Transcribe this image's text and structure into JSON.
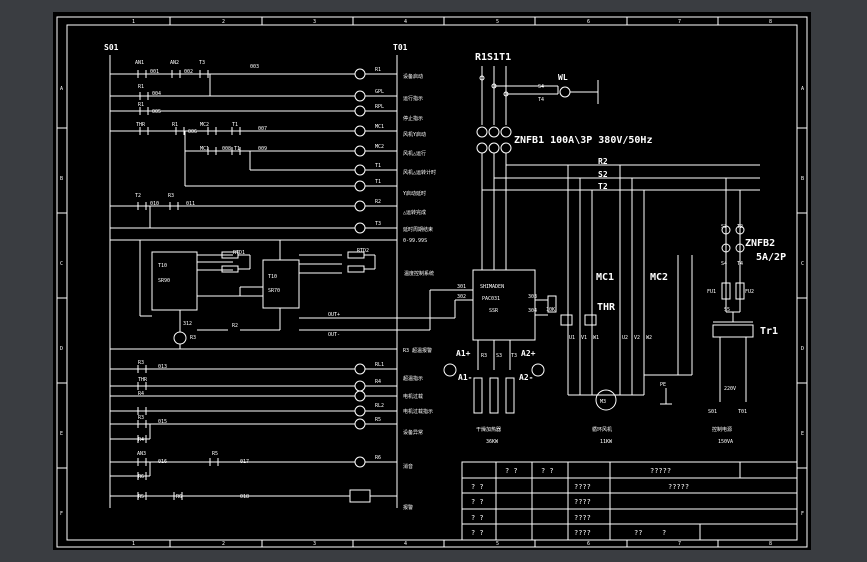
{
  "sheet": {
    "col_numbers": [
      "1",
      "2",
      "3",
      "4",
      "5",
      "6",
      "7",
      "8"
    ],
    "row_letters": [
      "A",
      "B",
      "C",
      "D",
      "E",
      "F"
    ],
    "bg_color": "#000000",
    "frame_color": "#3a3d41",
    "line_color": "#ffffff"
  },
  "control": {
    "left_rail": "S01",
    "right_rail": "T01",
    "coils": [
      {
        "name": "R1",
        "desc": "设备启动"
      },
      {
        "name": "GPL",
        "desc": "运行指示"
      },
      {
        "name": "RPL",
        "desc": "停止指示"
      },
      {
        "name": "MC1",
        "desc": "风机Y启动"
      },
      {
        "name": "MC2",
        "desc": "风机△运行"
      },
      {
        "name": "T1",
        "desc": "风机△运转计时"
      },
      {
        "name": "T1",
        "desc": "Y启动延时"
      },
      {
        "name": "R2",
        "desc": "△运转完成"
      },
      {
        "name": "T3",
        "desc": "延时周期结束"
      }
    ],
    "t3_range": "0-99.99S",
    "contacts": {
      "an1": "AN1",
      "an2": "AN2",
      "t3": "T3",
      "r1a": "R1",
      "r1b": "R1",
      "thr": "THR",
      "r1c": "R1",
      "mc2": "MC2",
      "t1a": "T1",
      "mc1": "MC1",
      "t1b": "T1",
      "t2": "T2",
      "r3": "R3"
    },
    "wire_nums": {
      "w1": "001",
      "w2": "002",
      "w3": "003",
      "w4": "004",
      "w5": "005",
      "w6": "006",
      "w7": "007",
      "w8": "008",
      "w9": "009",
      "w10": "010",
      "w11": "011"
    }
  },
  "temp": {
    "t10_left_line1": "T10",
    "t10_left_line2": "SR90",
    "t10_right_line1": "T10",
    "t10_right_line2": "SR70",
    "rtd1": "RTD1",
    "rtd2": "RTD2",
    "out_plus": "OUT+",
    "out_minus": "OUT-",
    "r3": "R3",
    "r2": "R2",
    "system_label": "温度控制系统",
    "alarm_label": "R3 超温报警",
    "controller": {
      "line1": "SHIMADEN",
      "line2": "PAC031",
      "line3": "SSR"
    },
    "term_nums": [
      "301",
      "302",
      "303",
      "304"
    ],
    "ohm": "10K",
    "pin_a": "A1",
    "pin_b": "A2",
    "r3_w": "312"
  },
  "alarm": {
    "rows": [
      {
        "contact": "R3",
        "wire": "013",
        "coil": "RL1",
        "desc": "超温指示"
      },
      {
        "contact": "THR",
        "wire": "",
        "coil": "R4",
        "desc": "电机过载"
      },
      {
        "contact": "R4",
        "wire": "",
        "coil": "RL2",
        "desc": "电机过载指示"
      },
      {
        "contact": "R3",
        "wire": "015",
        "coil": "R5",
        "desc": "设备异常"
      },
      {
        "contact": "R4",
        "wire": "",
        "coil": "",
        "desc": ""
      },
      {
        "contact": "AN3",
        "wire": "016",
        "coil": "R6",
        "desc": "消音"
      },
      {
        "contact": "R5",
        "wire": "017",
        "coil": "",
        "desc": ""
      },
      {
        "contact": "R5",
        "wire": "",
        "coil": "",
        "desc": "报警"
      }
    ],
    "r6a": "R6",
    "r6b": "R6",
    "w18": "018"
  },
  "power": {
    "phases": "R1S1T1",
    "breaker1": "ZNFB1 100A\\3P 380V/50Hz",
    "lamp": "WL",
    "bus": [
      "R2",
      "S2",
      "T2"
    ],
    "mc1": "MC1",
    "mc2": "MC2",
    "thr": "THR",
    "motor_terms": [
      "U1",
      "V1",
      "W1",
      "U2",
      "V2",
      "W2"
    ],
    "motor_label": "M3",
    "pe": "PE",
    "phase_ins": [
      "R3",
      "S3",
      "T3"
    ],
    "meter_left": "A1+",
    "meter_left2": "A1-",
    "meter_right": "A2+",
    "meter_right2": "A2-",
    "heater_label": "干燥加热器",
    "heater_kw": "36KW",
    "fan_label": "循环风机",
    "fan_kw": "11KW",
    "breaker2": "ZNFB2",
    "breaker2_rating": "5A/2P",
    "s2": "S2",
    "t2": "T2",
    "s4": "S4",
    "t4": "T4",
    "fu1": "FU1",
    "fu2": "FU2",
    "s5": "S5",
    "transformer": "Tr1",
    "voltage": "220V",
    "out_l": "S01",
    "out_r": "T01",
    "tr_label": "控制电源",
    "tr_va": "150VA",
    "lamp_w1": "S4",
    "lamp_w2": "T4"
  },
  "title_block": {
    "rows": [
      [
        "",
        "? ?",
        "? ?",
        "?????",
        ""
      ],
      [
        "? ?",
        "",
        "????",
        "?????",
        ""
      ],
      [
        "? ?",
        "",
        "????",
        "",
        ""
      ],
      [
        "? ?",
        "",
        "????",
        "",
        ""
      ],
      [
        "? ?",
        "",
        "????",
        "??",
        "?"
      ]
    ]
  }
}
